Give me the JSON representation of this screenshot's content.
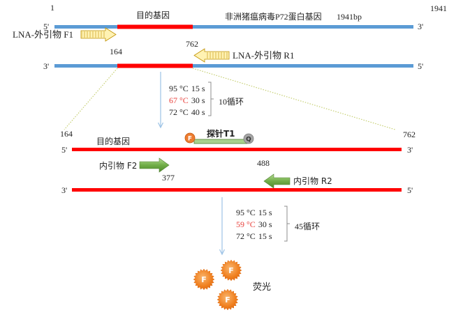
{
  "genome": {
    "position_start": "1",
    "position_end": "1941",
    "target_label": "目的基因",
    "gene_name": "非洲猪瘟病毒P72蛋白基因",
    "gene_length": "1941bp",
    "strand1": {
      "left_end": "5'",
      "right_end": "3'"
    },
    "strand2": {
      "left_end": "3'",
      "right_end": "5'"
    },
    "outer_primer_forward": "LNA-外引物 F1",
    "outer_primer_reverse": "LNA-外引物 R1",
    "target_start": "164",
    "target_end": "762"
  },
  "cycle1": {
    "steps": [
      {
        "temp": "95 °C",
        "time": "15 s"
      },
      {
        "temp": "67 °C",
        "time": "30 s"
      },
      {
        "temp": "72 °C",
        "time": "40 s"
      }
    ],
    "repeat_label": "10循环"
  },
  "amplicon": {
    "position_start": "164",
    "position_end": "762",
    "target_label": "目的基因",
    "probe": {
      "label": "探针T1",
      "reporter": "F",
      "quencher": "Q"
    },
    "strand1": {
      "left_end": "5'",
      "right_end": "3'"
    },
    "strand2": {
      "left_end": "3'",
      "right_end": "5'"
    },
    "inner_primer_forward": "内引物 F2",
    "inner_primer_reverse": "内引物 R2",
    "f2_position": "377",
    "r2_position": "488"
  },
  "cycle2": {
    "steps": [
      {
        "temp": "95 °C",
        "time": "15 s"
      },
      {
        "temp": "59 °C",
        "time": "30 s"
      },
      {
        "temp": "72 °C",
        "time": "15 s"
      }
    ],
    "repeat_label": "45循环"
  },
  "fluorescence": {
    "marker": "F",
    "label": "荧光"
  },
  "colors": {
    "strand_blue": "#5b9bd5",
    "target_red": "#ff0000",
    "highlight_red": "#e8413c",
    "outer_primer": "#fff2b3",
    "inner_primer": "#70ad47",
    "probe": "#a9d18e",
    "reporter": "#ed7d31",
    "quencher": "#a5a5a5"
  }
}
